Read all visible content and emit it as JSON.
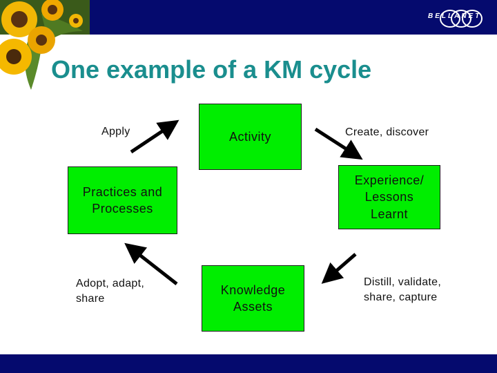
{
  "header": {
    "logo_text": "BELLANET",
    "bar_color": "#050a6e"
  },
  "title": "One example of a KM cycle",
  "colors": {
    "box": "#00ee00",
    "title": "#1a8e8e",
    "arrow": "#000000"
  },
  "boxes": {
    "activity": "Activity",
    "experience": "Experience/\nLessons\nLearnt",
    "knowledge": "Knowledge\nAssets",
    "practices": "Practices and\nProcesses"
  },
  "labels": {
    "apply": "Apply",
    "create": "Create, discover",
    "distill": "Distill, validate,\nshare, capture",
    "adopt": "Adopt, adapt,\nshare"
  }
}
